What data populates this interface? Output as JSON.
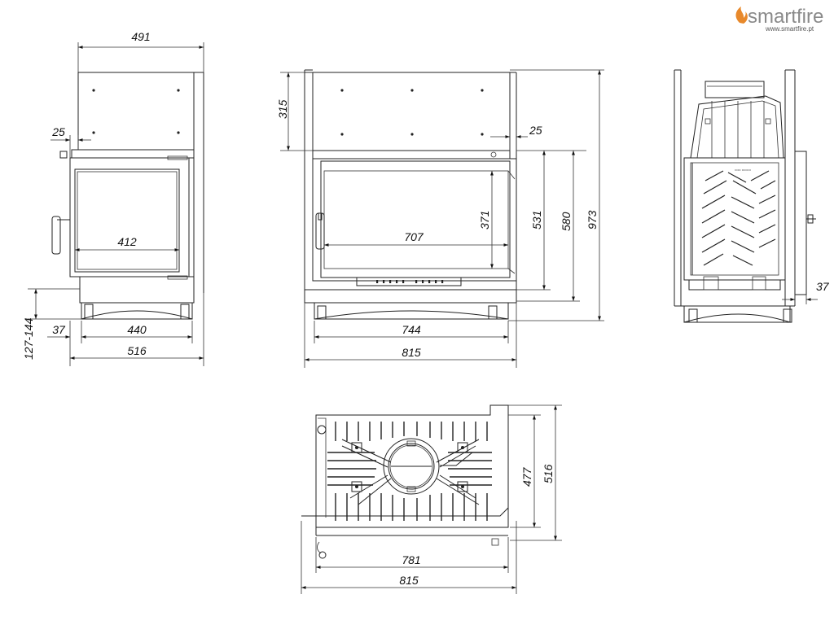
{
  "brand": {
    "name": "smartfire",
    "url": "www.smartfire.pt",
    "accent_color": "#e8892b",
    "text_color": "#8a8a8a"
  },
  "side_view": {
    "width_top": "491",
    "offset": "25",
    "glass_width": "412",
    "legs": "127-144",
    "leg_offset": "37",
    "inner_width": "440",
    "total_width": "516"
  },
  "front_view": {
    "top_height": "315",
    "offset": "25",
    "glass_height": "371",
    "glass_width": "707",
    "height_531": "531",
    "height_580": "580",
    "height_973": "973",
    "inner_width": "744",
    "total_width": "815"
  },
  "right_view": {
    "offset": "37"
  },
  "top_view": {
    "depth_477": "477",
    "depth_516": "516",
    "width_781": "781",
    "width_815": "815"
  }
}
